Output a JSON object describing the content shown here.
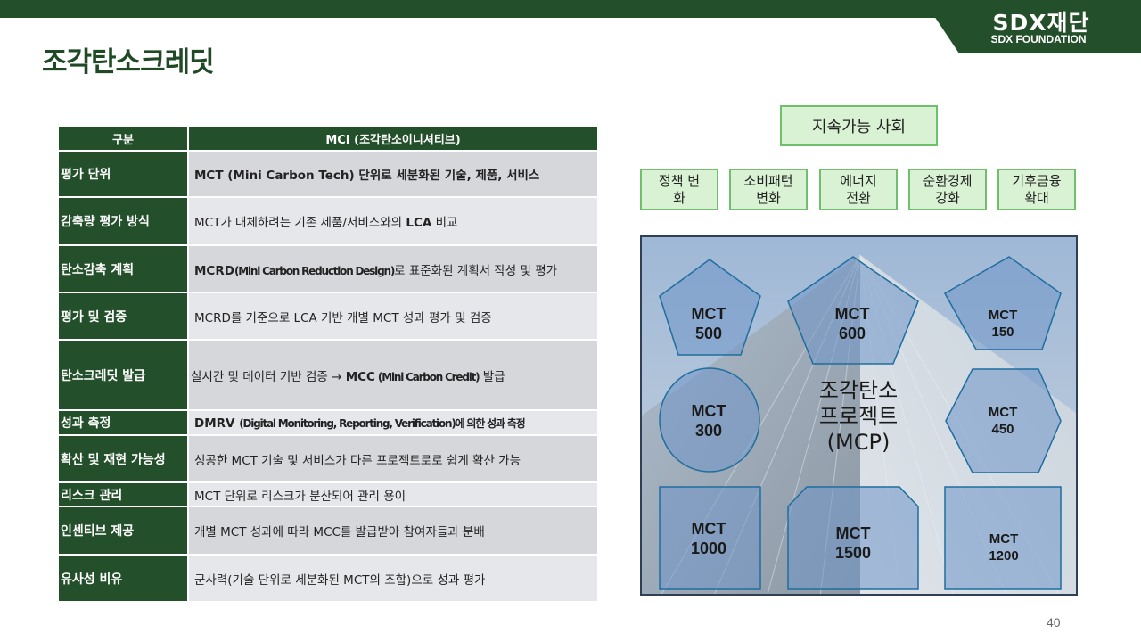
{
  "header": {
    "logo_main": "SDX재단",
    "logo_sub": "SDX FOUNDATION",
    "title": "조각탄소크레딧"
  },
  "table": {
    "headers": [
      "구분",
      "MCI (조각탄소이니셔티브)"
    ],
    "rows": [
      {
        "label": "평가 단위",
        "value": "MCT (Mini Carbon Tech) 단위로 세분화된 기술, 제품, 서비스"
      },
      {
        "label": "감축량 평가 방식",
        "value_pre": "MCT가 대체하려는 기존 제품/서비스와의 ",
        "value_bold": "LCA",
        "value_post": " 비교"
      },
      {
        "label": "탄소감축 계획",
        "value_bold": "MCRD",
        "value_cond": "(Mini Carbon Reduction Design)",
        "value_post": "로 표준화된 계획서 작성 및 평가"
      },
      {
        "label": "평가 및 검증",
        "value": "MCRD를 기준으로 LCA 기반 개별 MCT 성과 평가 및 검증"
      },
      {
        "label": "탄소크레딧 발급",
        "value_pre": "실시간 및 데이터 기반 검증 → ",
        "value_bold": "MCC",
        "value_cond": " (Mini Carbon Credit)",
        "value_post": " 발급"
      },
      {
        "label": "성과 측정",
        "value_bold": "DMRV ",
        "value_cond": "(Digital Monitoring, Reporting, Verification)에 의한 성과 측정"
      },
      {
        "label": "확산 및 재현 가능성",
        "value": "성공한 MCT 기술 및 서비스가 다른 프로젝트로로 쉽게 확산 가능"
      },
      {
        "label": "리스크 관리",
        "value": "MCT 단위로 리스크가 분산되어 관리 용이"
      },
      {
        "label": "인센티브 제공",
        "value": "개별 MCT 성과에 따라 MCC를 발급받아 참여자들과 분배"
      },
      {
        "label": "유사성 비유",
        "value": "군사력(기술 단위로 세분화된 MCT의 조합)으로 성과 평가"
      }
    ]
  },
  "diagram": {
    "goal": "지속가능 사회",
    "policies": [
      "정책 변\n화",
      "소비패턴\n변화",
      "에너지\n전환",
      "순환경제\n강화",
      "기후금융\n확대"
    ],
    "center_lines": [
      "조각탄소",
      "프로젝트",
      "(MCP)"
    ],
    "mct": [
      {
        "line1": "MCT",
        "line2": "500"
      },
      {
        "line1": "MCT",
        "line2": "600"
      },
      {
        "line1": "MCT",
        "line2": "150"
      },
      {
        "line1": "MCT",
        "line2": "300"
      },
      {
        "line1": "MCT",
        "line2": "450"
      },
      {
        "line1": "MCT",
        "line2": "1000"
      },
      {
        "line1": "MCT",
        "line2": "1500"
      },
      {
        "line1": "MCT",
        "line2": "1200"
      }
    ]
  },
  "footer": {
    "page_number": "40"
  },
  "colors": {
    "brand_green": "#23502a",
    "box_fill": "#d9f2d3",
    "box_border": "#6fbf6d",
    "shape_fill": "#6f95c8"
  }
}
